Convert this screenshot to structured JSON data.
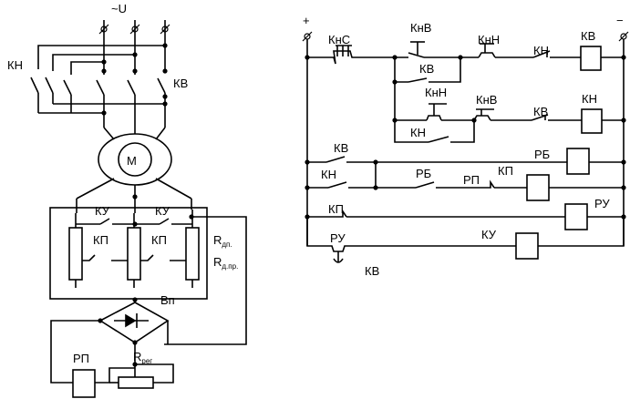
{
  "labels": {
    "supply": "~U",
    "kn_left": "КН",
    "kv_left": "КВ",
    "motor": "М",
    "ku_1": "КУ",
    "ku_2": "КУ",
    "kp_1": "КП",
    "kp_2": "КП",
    "r_dp": "R",
    "r_dp_sub": "дп.",
    "r_dpr": "R",
    "r_dpr_sub": "д.пр.",
    "vp": "Вп",
    "rp_left": "РП",
    "r_reg": "R",
    "r_reg_sub": "рег",
    "plus": "+",
    "minus": "−",
    "kns": "КнС",
    "knv_top": "КнВ",
    "knn_top": "КнН",
    "kn_r1": "КН",
    "kv_coil": "КВ",
    "kv_r1": "КВ",
    "knn_mid": "КнН",
    "knv_mid": "КнВ",
    "kv_r2": "КВ",
    "kn_coil": "КН",
    "kn_r2": "КН",
    "kv_r3": "КВ",
    "rb_coil": "РБ",
    "kn_r3": "КН",
    "rb_contact": "РБ",
    "rp_contact": "РП",
    "kp_coil": "КП",
    "kp_r": "КП",
    "ru_coil": "РУ",
    "ru_contact": "РУ",
    "ku_coil": "КУ",
    "kv_limit": "КВ"
  }
}
